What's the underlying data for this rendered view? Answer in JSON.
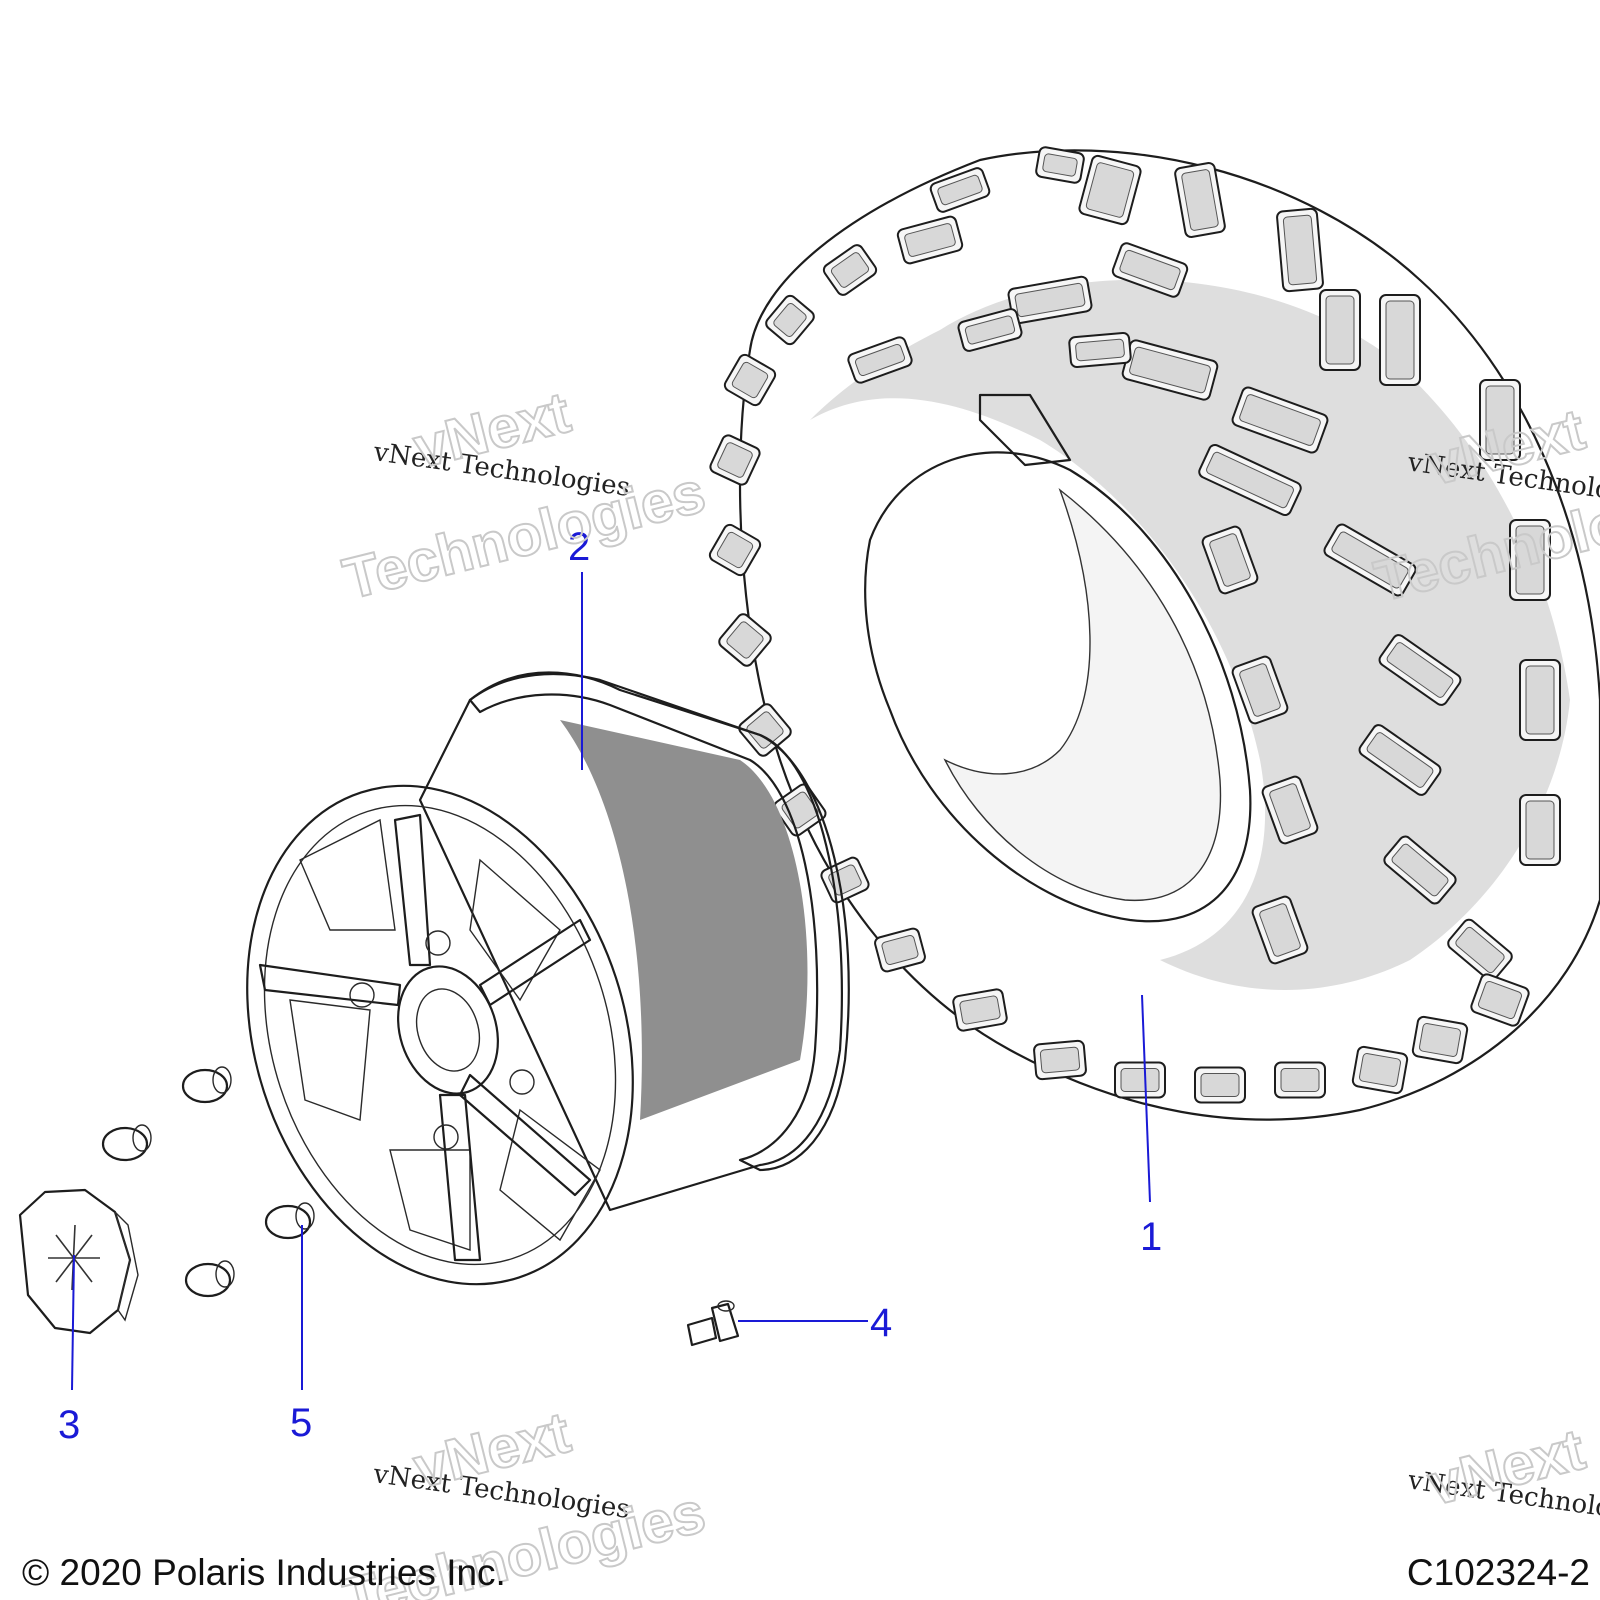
{
  "callouts": [
    {
      "id": "1",
      "label": "1"
    },
    {
      "id": "2",
      "label": "2"
    },
    {
      "id": "3",
      "label": "3"
    },
    {
      "id": "4",
      "label": "4"
    },
    {
      "id": "5",
      "label": "5"
    }
  ],
  "watermark": {
    "small_text": "vNext Technologies",
    "big_line1": "vNext",
    "big_line2": "Technologies",
    "right_small_text": "vNext Technolo",
    "right_big_line1": "vNext",
    "right_big_line2": "Technolo"
  },
  "footer": {
    "copyright": "© 2020 Polaris Industries Inc.",
    "figure_id": "C102324-2"
  },
  "colors": {
    "callout": "#1a1ad6",
    "tire_fill": "#e8e8e8",
    "wheel_barrel": "#a7a7a7",
    "line": "#1d1d1d"
  }
}
